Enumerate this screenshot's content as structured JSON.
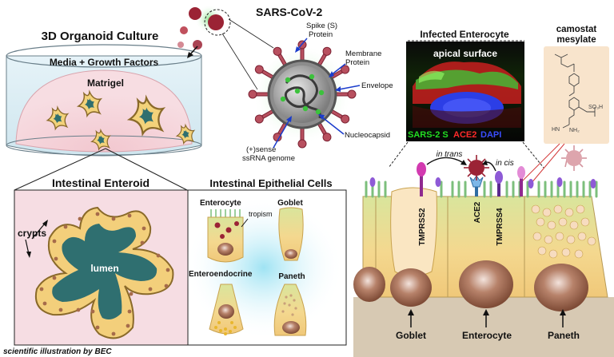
{
  "organoid": {
    "title": "3D Organoid Culture",
    "media_label": "Media + Growth Factors",
    "matrigel_label": "Matrigel"
  },
  "virus": {
    "title": "SARS-CoV-2",
    "spike_label_1": "Spike (S)",
    "spike_label_2": "Protein",
    "membrane_label_1": "Membrane",
    "membrane_label_2": "Protein",
    "envelope_label": "Envelope",
    "nucleocapsid_label": "Nucleocapsid",
    "genome_label_1": "(+)sense",
    "genome_label_2": "ssRNA genome"
  },
  "enterocyte_image": {
    "title": "Infected Enterocyte",
    "apical_label": "apical surface",
    "legend_s": "SARS-2 S",
    "legend_ace2": "ACE2",
    "legend_dapi": "DAPI",
    "colors": {
      "s": "#22dd22",
      "ace2": "#ff2a2a",
      "dapi": "#3a4dff"
    }
  },
  "drug": {
    "title_1": "camostat",
    "title_2": "mesylate",
    "so3h_label": "SO₃H",
    "nh2_label": "NH₂",
    "nh_label": "HN"
  },
  "enteroid": {
    "title": "Intestinal Enteroid",
    "crypts_label": "crypts",
    "lumen_label": "lumen"
  },
  "epithelial": {
    "title": "Intestinal Epithelial Cells",
    "enterocyte_label": "Enterocyte",
    "tropism_label": "tropism",
    "goblet_label": "Goblet",
    "enteroendocrine_label": "Enteroendocrine",
    "paneth_label": "Paneth"
  },
  "tissue": {
    "in_trans_label": "in trans",
    "in_cis_label": "in cis",
    "tmprss2_label": "TMPRSS2",
    "ace2_label": "ACE2",
    "tmprss4_label": "TMPRSS4",
    "goblet_label": "Goblet",
    "enterocyte_label": "Enterocyte",
    "paneth_label": "Paneth"
  },
  "credit": "scientific illustration by BEC"
}
